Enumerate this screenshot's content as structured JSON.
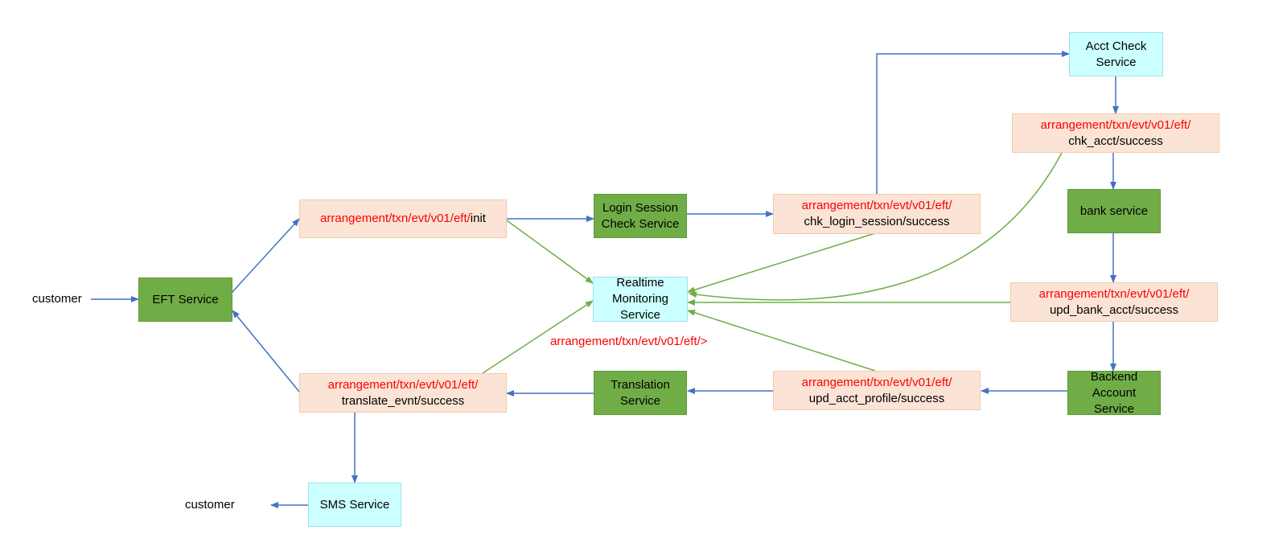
{
  "colors": {
    "service_green": "#70ad47",
    "service_cyan": "#ccffff",
    "topic_peach": "#fbe4d5",
    "topic_text_red": "#ff0000",
    "flow_arrow_blue": "#4472c4",
    "monitor_arrow_green": "#70ad47"
  },
  "actors": {
    "customer_in": "customer",
    "customer_out": "customer"
  },
  "services": {
    "eft": "EFT Service",
    "login_line1": "Login Session",
    "login_line2": "Check Service",
    "monitor_line1": "Realtime",
    "monitor_line2": "Monitoring",
    "monitor_line3": "Service",
    "acct_check_line1": "Acct Check",
    "acct_check_line2": "Service",
    "bank": "bank service",
    "backend_line1": "Backend",
    "backend_line2": "Account",
    "backend_line3": "Service",
    "translation_line1": "Translation",
    "translation_line2": "Service",
    "sms": "SMS Service"
  },
  "topics": {
    "init_prefix": "arrangement/txn/evt/v01/eft/",
    "init_suffix": "init",
    "chk_login_prefix": "arrangement/txn/evt/v01/eft/",
    "chk_login_suffix": "chk_login_session/success",
    "chk_acct_prefix": "arrangement/txn/evt/v01/eft/",
    "chk_acct_suffix": "chk_acct/success",
    "upd_bank_prefix": "arrangement/txn/evt/v01/eft/",
    "upd_bank_suffix": "upd_bank_acct/success",
    "upd_profile_prefix": "arrangement/txn/evt/v01/eft/",
    "upd_profile_suffix": "upd_acct_profile/success",
    "translate_prefix": "arrangement/txn/evt/v01/eft/",
    "translate_suffix": "translate_evnt/success",
    "wildcard": "arrangement/txn/evt/v01/eft/>"
  }
}
